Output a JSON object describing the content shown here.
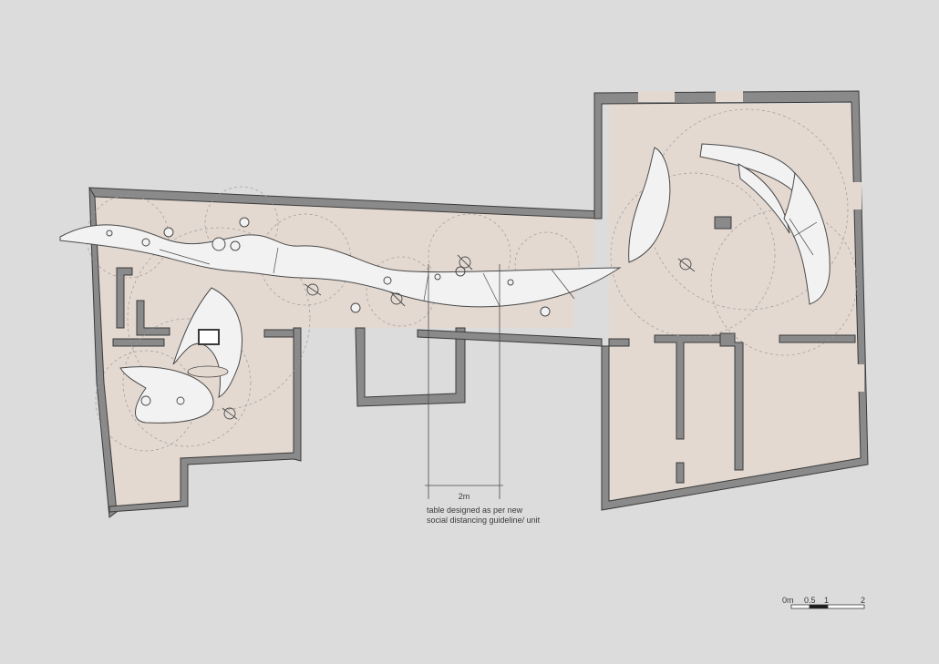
{
  "annotation": {
    "dimension": "2m",
    "note_line1": "table designed as per new",
    "note_line2": "social distancing guideline/ unit"
  },
  "scale_bar": {
    "label_0": "0m",
    "label_05": "0.5",
    "label_1": "1",
    "label_2": "2"
  },
  "colors": {
    "background": "#dcdcdc",
    "floor": "#e4d9d1",
    "wall": "#8a8a8a",
    "table": "#f2f2f2",
    "line": "#4a4a4a"
  }
}
